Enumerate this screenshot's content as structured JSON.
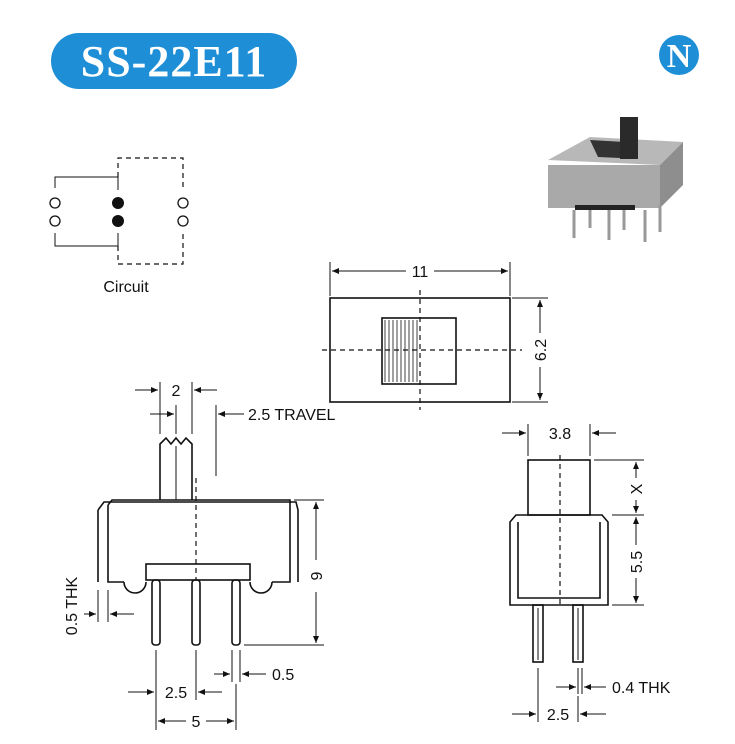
{
  "title": "SS-22E11",
  "logo": {
    "letter": "N",
    "color": "#1e8fd6"
  },
  "brand_color": "#1e8fd6",
  "circuit": {
    "label": "Circuit"
  },
  "top_view": {
    "width_label": "11",
    "height_label": "6.2"
  },
  "side_view": {
    "actuator_width": "2",
    "travel": "2.5 TRAVEL",
    "height": "9",
    "thickness": "0.5 THK",
    "pin_width": "0.5",
    "pin_pitch": "2.5",
    "pin_span": "5"
  },
  "end_view": {
    "actuator_width": "3.8",
    "actuator_height": "X",
    "body_height": "5.5",
    "pin_thickness": "0.4 THK",
    "pin_pitch": "2.5"
  }
}
